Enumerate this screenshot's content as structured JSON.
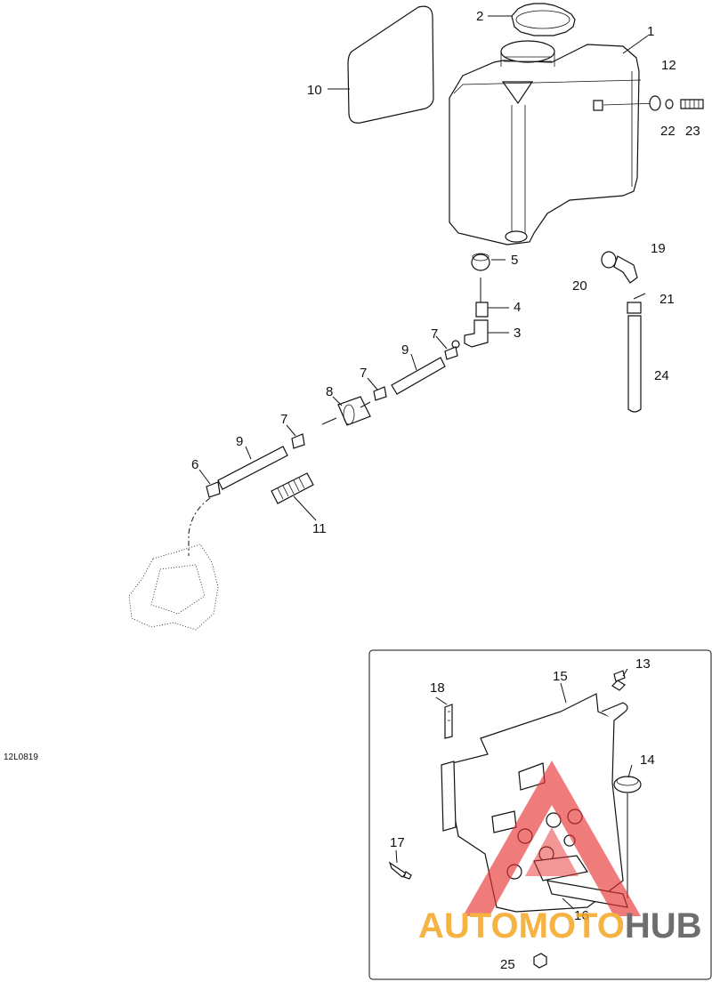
{
  "reference_code": "12L0819",
  "callouts": [
    "1",
    "2",
    "3",
    "4",
    "5",
    "6",
    "7",
    "7",
    "7",
    "8",
    "9",
    "9",
    "10",
    "11",
    "12",
    "13",
    "14",
    "15",
    "16",
    "17",
    "18",
    "19",
    "20",
    "21",
    "22",
    "23",
    "24",
    "25"
  ],
  "watermark": {
    "text_part1": "AUTOMOTO",
    "text_part2": "HUB",
    "color_part1": "#f5a623",
    "color_part2": "#555555",
    "triangle_color": "#e83030"
  }
}
